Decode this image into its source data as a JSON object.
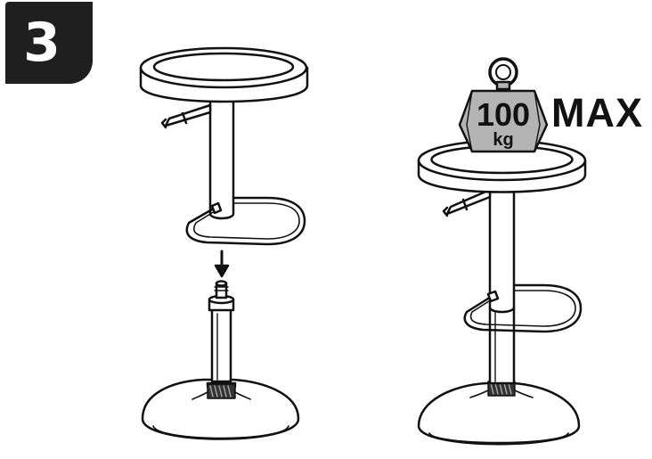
{
  "step": {
    "number": "3"
  },
  "weight": {
    "value": "100",
    "unit": "kg",
    "limit_label": "MAX"
  },
  "colors": {
    "badge": "#1f1f1f",
    "weight_fill": "#b4b4b4",
    "ink": "#111111"
  },
  "icons": [
    "down-arrow-icon",
    "weight-icon"
  ]
}
